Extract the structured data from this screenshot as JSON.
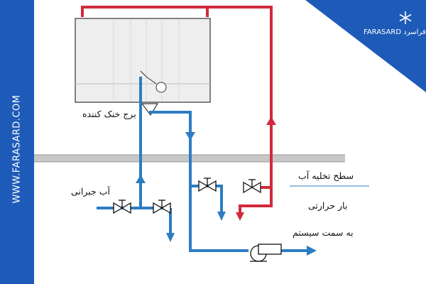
{
  "colors": {
    "brand_blue": "#1e5bb8",
    "pipe_blue": "#2d7cc4",
    "pipe_red": "#d12a3b",
    "ground_gray": "#c8c8c8",
    "tower_gray": "#eeeeee"
  },
  "brand": {
    "website": "WWW.FARASARD.COM",
    "logo_text": "FARASARD فراسرد",
    "logo_icon": "snowflake-icon"
  },
  "labels": {
    "cooling_tower": "برج خنک کننده",
    "makeup_water": "آب جبرانی",
    "drain_level": "سطح تخلیه آب",
    "heat_load": "بار حرارتی",
    "to_system": "به سمت سیستم"
  }
}
